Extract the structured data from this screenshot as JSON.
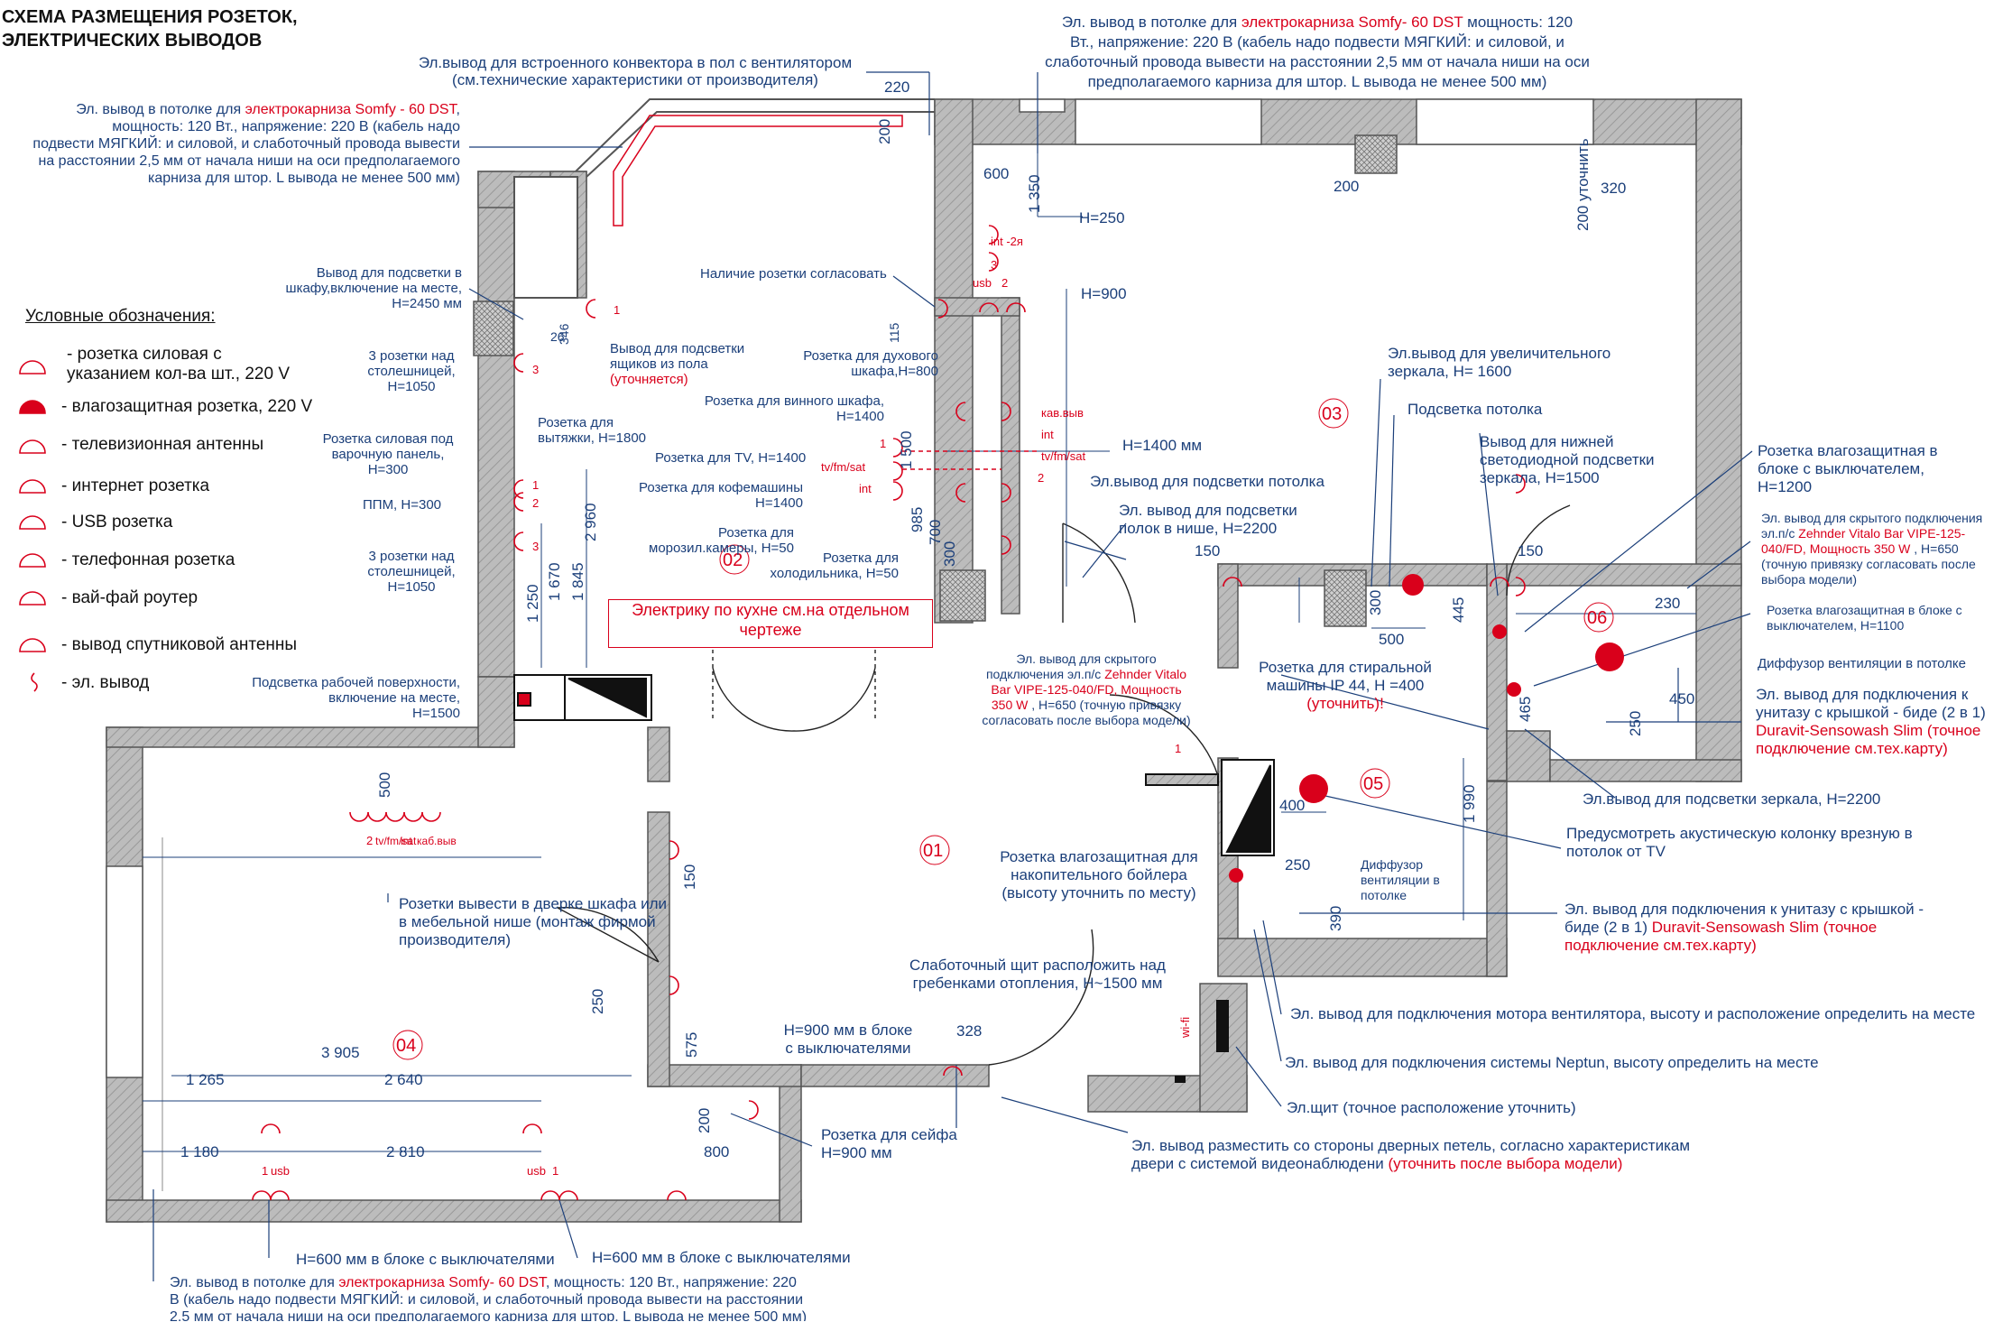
{
  "title": "СХЕМА РАЗМЕЩЕНИЯ РОЗЕТОК,\nЭЛЕКТРИЧЕСКИХ ВЫВОДОВ",
  "legend": {
    "header": "Условные обозначения:",
    "items": [
      {
        "icon": "socket-icon",
        "text": "- розетка силовая с\nуказанием кол-ва шт., 220 V"
      },
      {
        "icon": "waterproof-socket-icon",
        "text": "- влагозащитная розетка, 220 V"
      },
      {
        "icon": "tv-socket-icon",
        "text": "- телевизионная антенны"
      },
      {
        "icon": "internet-socket-icon",
        "text": "- интернет розетка"
      },
      {
        "icon": "usb-socket-icon",
        "text": "- USB розетка"
      },
      {
        "icon": "phone-socket-icon",
        "text": "- телефонная розетка"
      },
      {
        "icon": "wifi-router-icon",
        "text": "- вай-фай роутер"
      },
      {
        "icon": "satellite-socket-icon",
        "text": "- вывод спутниковой антенны"
      },
      {
        "icon": "wire-outlet-icon",
        "text": "- эл. вывод"
      }
    ]
  },
  "kitchen_note": "Электрику по кухне см.на отдельном\nчертеже",
  "rooms": [
    "01",
    "02",
    "03",
    "04",
    "05",
    "06"
  ],
  "notes": {
    "top_left_a": "Эл. вывод в потолке для ",
    "top_left_b": "электрокарниза Somfy - 60 DST",
    "top_left_c": ",\nмощность: 120 Вт., напряжение: 220 В (кабель надо\nподвести МЯГКИЙ: и силовой, и слаботочный провода вывести\nна расстоянии 2,5 мм от начала ниши на оси предполагаемого\nкарниза для штор. L вывода не менее 500 мм)",
    "top_mid_a": "Эл. вывод в потолке для ",
    "top_mid_b": "электрокарниза Somfy- 60 DST",
    "top_mid_c": " мощность: 120\nВт., напряжение: 220 В (кабель надо подвести МЯГКИЙ: и силовой, и\nслаботочный провода вывести на расстоянии 2,5 мм от начала ниши на оси\nпредполагаемого карниза для штор. L вывода не менее 500 мм)",
    "floor_convector": "Эл.вывод для встроенного конвектора в пол с вентилятором\n(см.технические характеристики от производителя)",
    "cabinet_light": "Вывод для подсветки в\nшкафу,включение на месте,\nН=2450 мм",
    "drawer_light_a": "Вывод для подсветки\nящиков из пола",
    "drawer_light_b": "(уточняется)",
    "three_sockets_1": "3 розетки над\nстолешницей,\nН=1050",
    "hood": "Розетка для\nвытяжки, Н=1800",
    "hob": "Розетка силовая под\nварочную панель,\nН=300",
    "ppm": "ППМ, Н=300",
    "three_sockets_2": "3 розетки над\nстолешницей,\nН=1050",
    "worktop_light": "Подсветка рабочей поверхности,\nвключение на месте,\nН=1500",
    "agreed_socket": "Наличие розетки согласовать",
    "oven": "Розетка для духового\nшкафа,Н=800",
    "wine": "Розетка для винного шкафа,\nН=1400",
    "tv": "Розетка для TV, Н=1400",
    "coffee": "Розетка для кофемашины\nН=1400",
    "freezer": "Розетка для\nморозил.камеры, Н=50",
    "fridge": "Розетка для\nхолодильника, Н=50",
    "h1400": "Н=1400 мм",
    "ceiling_light": "Эл.вывод для подсветки потолка",
    "niche_light": "Эл. вывод для подсветки\nполок в нише, Н=2200",
    "h250": "Н=250",
    "h900": "Н=900",
    "mirror": "Эл.вывод для увеличительного\nзеркала, Н= 1600",
    "ceiling_light2": "Подсветка потолка",
    "mirror_led": "Вывод для нижней\nсветодиодной подсветки\nзеркала, Н=1500",
    "wp_switch_1200": "Розетка влагозащитная в\nблоке с выключателем,\nН=1200",
    "zehnder_right_a": "Эл. вывод для скрытого подключения\nэл.п/с ",
    "zehnder_right_b": "Zehnder Vitalo Bar VIPE-125-\n040/FD, Мощность 350 W",
    "zehnder_right_c": " , Н=650\n(точную привязку согласовать после\nвыбора модели)",
    "wp_switch_1100": "Розетка влагозащитная в блоке с\nвыключателем, Н=1100",
    "vent_diffuser": "Диффузор вентиляции в потолке",
    "bidet_a": "Эл. вывод для подключения к\nунитазу с крышкой - биде (2 в 1)\n",
    "bidet_b": "Duravit-Sensowash Slim (точное\nподключение см.тех.карту)",
    "zehnder_mid_a": "Эл. вывод для скрытого\nподключения эл.п/с  ",
    "zehnder_mid_b": "Zehnder Vitalo\nBar VIPE-125-040/FD, Мощность\n350 W",
    "zehnder_mid_c": " , Н=650 (точную привязку\nсогласовать после выбора модели)",
    "washer_a": "Розетка для стиральной\nмашины IP 44, Н =400\n",
    "washer_b": "(уточнить)!",
    "mirror_light": "Эл.вывод для подсветки зеркала, Н=2200",
    "speaker": "Предусмотреть акустическую колонку врезную в\nпотолок от TV",
    "boiler": "Розетка влагозащитная для\nнакопительного бойлера\n(высоту уточнить по месту)",
    "vent_diffuser2": "Диффузор\nвентиляции в\nпотолке",
    "bidet2_a": "Эл. вывод для подключения к унитазу с крышкой -\nбиде (2 в 1) ",
    "bidet2_b": "Duravit-Sensowash Slim (точное\nподключение см.тех.карту)",
    "weak_panel": "Слаботочный щит расположить над\nгребенками отопления, Н~1500 мм",
    "fan_motor": "Эл. вывод для подключения мотора вентилятора, высоту и расположение определить на месте",
    "neptun": "Эл. вывод для подключения системы Neptun, высоту определить на месте",
    "el_panel": "Эл.щит (точное расположение уточнить)",
    "cabinet_door": "Розетки вывести в дверке шкафа или\nв мебельной нише (монтаж фирмой\nпроизводителя)",
    "h900_switch": "Н=900 мм в блоке\nс выключателями",
    "safe": "Розетка для сейфа\nН=900 мм",
    "door_a": "Эл. вывод разместить со стороны дверных петель, согласно характеристикам\nдвери с системой видеонаблюдени ",
    "door_b": "(уточнить после выбора модели)",
    "h600_a": "Н=600 мм в блоке с выключателями",
    "h600_b": "Н=600 мм в блоке с выключателями",
    "bottom_a": "Эл. вывод в потолке для ",
    "bottom_b": "электрокарниза Somfy- 60 DST",
    "bottom_c": ", мощность: 120 Вт., напряжение: 220\nВ (кабель надо подвести МЯГКИЙ: и силовой, и слаботочный провода вывести на расстоянии\n2,5 мм от начала ниши на оси предполагаемого карниза для штор. L вывода не менее 500 мм)"
  },
  "dims": [
    "220",
    "200",
    "600",
    "1 350",
    "200",
    "320",
    "200 уточнить",
    "26",
    "346",
    "115",
    "1 500",
    "985",
    "700",
    "300",
    "2 960",
    "1 845",
    "1 670",
    "1 250",
    "150",
    "150",
    "300",
    "500",
    "445",
    "230",
    "465",
    "450",
    "250",
    "1 990",
    "400",
    "250",
    "390",
    "500",
    "150",
    "250",
    "575",
    "328",
    "3 905",
    "1 265",
    "2 640",
    "1 180",
    "2 810",
    "200",
    "800"
  ],
  "socket_marks": [
    "1",
    "2",
    "3",
    "int -2я",
    "usb",
    "2",
    "3",
    "1",
    "1",
    "кав.выв",
    "int",
    "tv/fm/sat",
    "2",
    "1",
    "1",
    "1",
    "2",
    "tv/fm/sat",
    "int",
    "1",
    "1",
    "2",
    "2",
    "1",
    "2",
    "1",
    "1",
    "1",
    "2",
    "2",
    "tv/fm/sat",
    "int",
    "каб.выв",
    "1",
    "1",
    "1",
    "usb",
    "usb",
    "1",
    "1",
    "1",
    "2",
    "2",
    "wi-fi"
  ]
}
